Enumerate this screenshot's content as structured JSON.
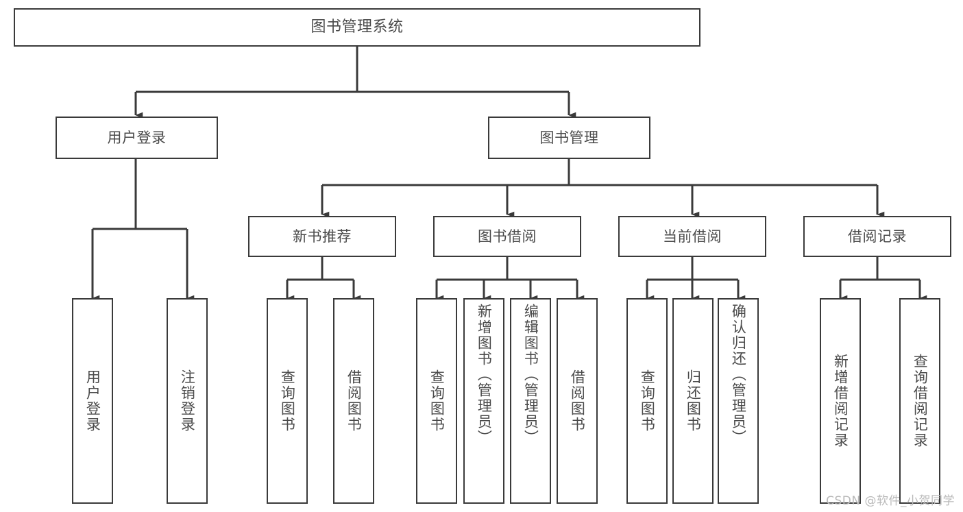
{
  "diagram": {
    "type": "tree",
    "title": "图书管理系统",
    "orientation": "top-down",
    "stroke_color": "#3a3a3a",
    "text_color": "#4a4a4a",
    "background_color": "#ffffff"
  },
  "root": {
    "label": "图书管理系统"
  },
  "level1": [
    {
      "label": "用户登录"
    },
    {
      "label": "图书管理"
    }
  ],
  "level2": [
    {
      "label": "新书推荐"
    },
    {
      "label": "图书借阅"
    },
    {
      "label": "当前借阅"
    },
    {
      "label": "借阅记录"
    }
  ],
  "leaves": {
    "user_login": [
      {
        "label": "用户登录"
      },
      {
        "label": "注销登录"
      }
    ],
    "new_book_recommend": [
      {
        "label": "查询图书"
      },
      {
        "label": "借阅图书"
      }
    ],
    "book_borrow": [
      {
        "label": "查询图书"
      },
      {
        "label": "新增图书（管理员）"
      },
      {
        "label": "编辑图书（管理员）"
      },
      {
        "label": "借阅图书"
      }
    ],
    "current_borrow": [
      {
        "label": "查询图书"
      },
      {
        "label": "归还图书"
      },
      {
        "label": "确认归还（管理员）"
      }
    ],
    "borrow_records": [
      {
        "label": "新增借阅记录"
      },
      {
        "label": "查询借阅记录"
      }
    ]
  },
  "watermark": {
    "text": "CSDN @软件_小贺同学"
  }
}
